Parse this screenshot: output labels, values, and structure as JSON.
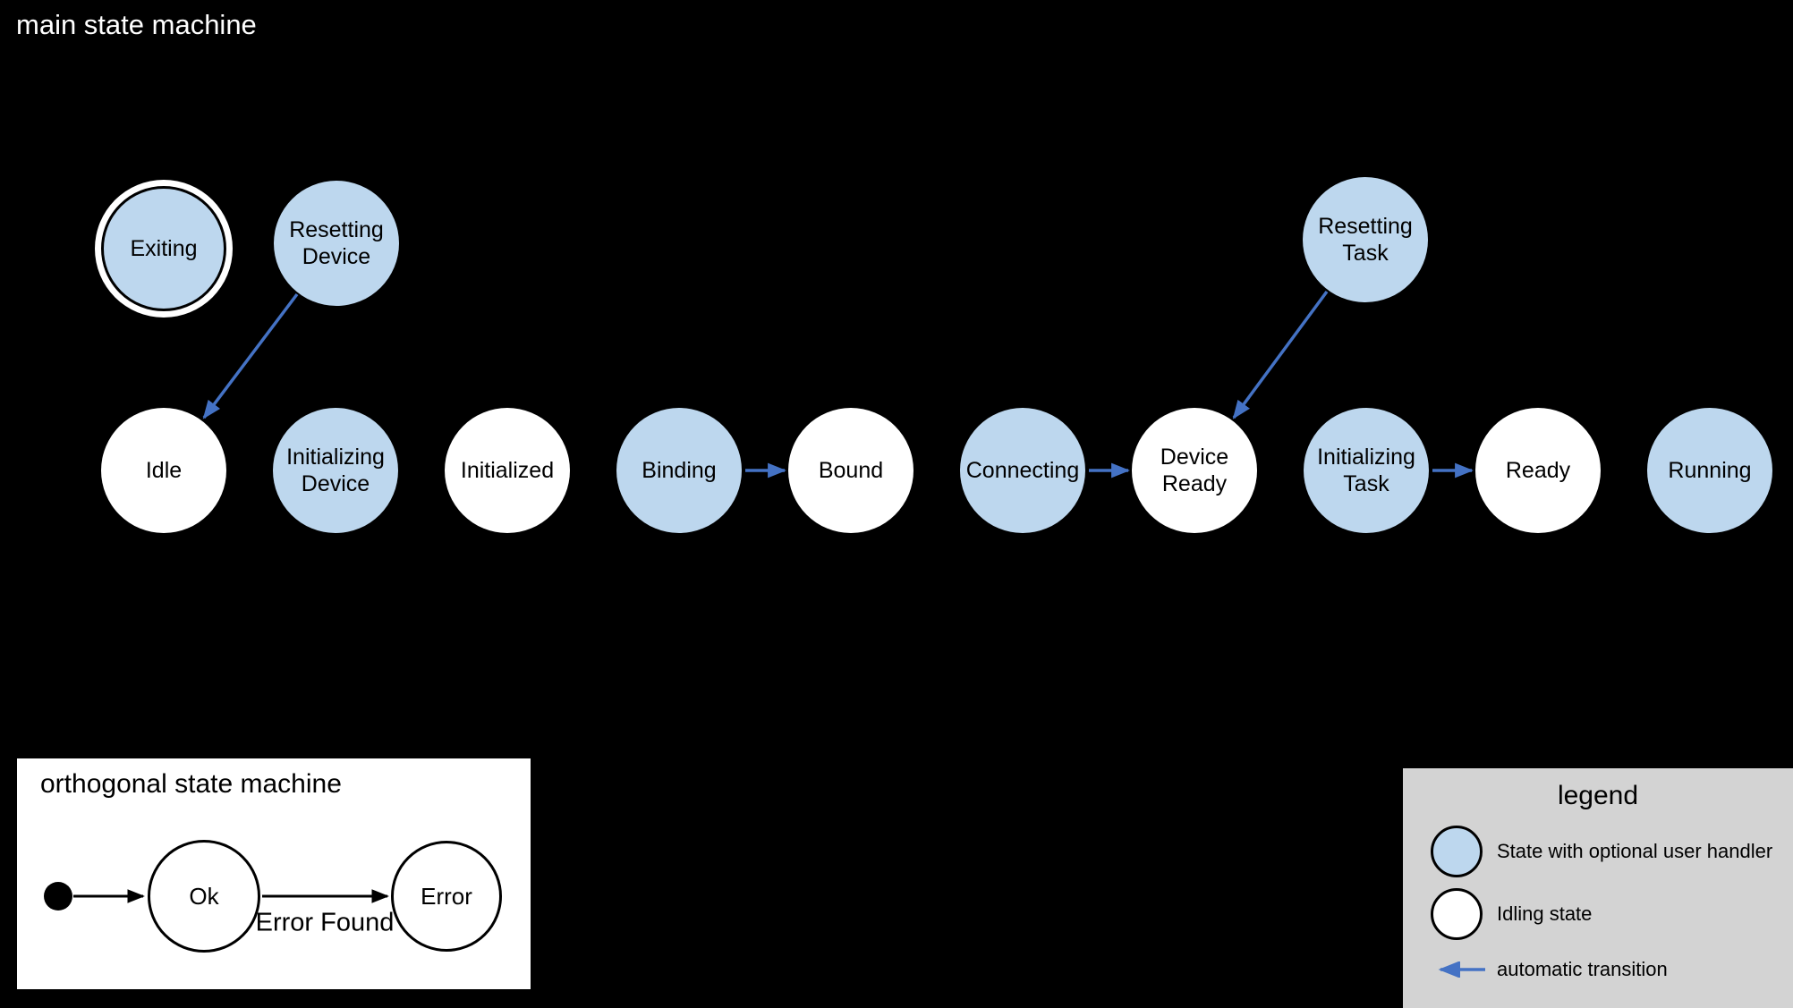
{
  "main": {
    "title": "main state machine",
    "states": {
      "exiting": {
        "label": "Exiting",
        "kind": "handler",
        "final": true
      },
      "resetting_device": {
        "label": "Resetting Device",
        "kind": "handler"
      },
      "resetting_task": {
        "label": "Resetting Task",
        "kind": "handler"
      },
      "idle": {
        "label": "Idle",
        "kind": "idling"
      },
      "initializing_device": {
        "label": "Initializing Device",
        "kind": "handler"
      },
      "initialized": {
        "label": "Initialized",
        "kind": "idling"
      },
      "binding": {
        "label": "Binding",
        "kind": "handler"
      },
      "bound": {
        "label": "Bound",
        "kind": "idling"
      },
      "connecting": {
        "label": "Connecting",
        "kind": "handler"
      },
      "device_ready": {
        "label": "Device Ready",
        "kind": "idling"
      },
      "initializing_task": {
        "label": "Initializing Task",
        "kind": "handler"
      },
      "ready": {
        "label": "Ready",
        "kind": "idling"
      },
      "running": {
        "label": "Running",
        "kind": "handler"
      }
    },
    "transitions": [
      {
        "from": "Resetting Device",
        "to": "Idle",
        "type": "automatic"
      },
      {
        "from": "Resetting Task",
        "to": "Device Ready",
        "type": "automatic"
      },
      {
        "from": "Binding",
        "to": "Bound",
        "type": "automatic"
      },
      {
        "from": "Connecting",
        "to": "Device Ready",
        "type": "automatic"
      },
      {
        "from": "Initializing Task",
        "to": "Ready",
        "type": "automatic"
      }
    ]
  },
  "orthogonal": {
    "title": "orthogonal state machine",
    "states": {
      "ok": {
        "label": "Ok"
      },
      "error": {
        "label": "Error"
      }
    },
    "transitions": [
      {
        "from": "initial",
        "to": "Ok",
        "label": ""
      },
      {
        "from": "Ok",
        "to": "Error",
        "label": "Error Found"
      }
    ]
  },
  "legend": {
    "title": "legend",
    "items": [
      {
        "swatch": "handler-state",
        "label": "State with optional user handler"
      },
      {
        "swatch": "idling-state",
        "label": "Idling state"
      },
      {
        "swatch": "automatic-arrow",
        "label": "automatic transition"
      }
    ]
  },
  "colors": {
    "background": "#000000",
    "handler_state_fill": "#bdd7ee",
    "idling_state_fill": "#ffffff",
    "automatic_transition_arrow": "#4472c4",
    "plain_arrow": "#000000",
    "legend_background": "#d3d3d3",
    "main_title_text": "#ffffff",
    "state_label_text": "#000000"
  }
}
